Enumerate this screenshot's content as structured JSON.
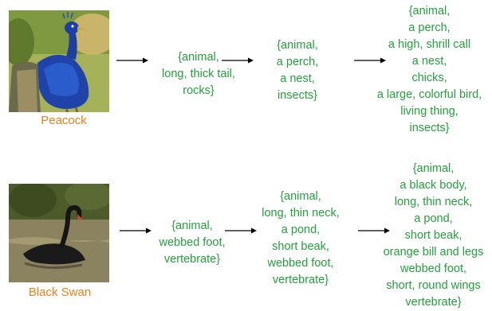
{
  "colors": {
    "attribute_text": "#22a23a",
    "caption_text": "#f07f1a",
    "arrow": "#000000"
  },
  "rows": [
    {
      "id": "peacock",
      "caption": "Peacock",
      "image_icon": "peacock-photo",
      "stages": [
        {
          "lines": [
            "{animal,",
            "long, thick tail,",
            "rocks}"
          ]
        },
        {
          "lines": [
            "{animal,",
            "a perch,",
            "a nest,",
            "insects}"
          ]
        },
        {
          "lines": [
            "{animal,",
            "a perch,",
            "a high, shrill call",
            "a nest,",
            "chicks,",
            "a large, colorful bird,",
            "living thing,",
            "insects}"
          ]
        }
      ]
    },
    {
      "id": "black-swan",
      "caption": "Black Swan",
      "image_icon": "black-swan-photo",
      "stages": [
        {
          "lines": [
            "{animal,",
            "webbed foot,",
            "vertebrate}"
          ]
        },
        {
          "lines": [
            "{animal,",
            "long, thin neck,",
            "a pond,",
            "short beak,",
            "webbed foot,",
            "vertebrate}"
          ]
        },
        {
          "lines": [
            "{animal,",
            "a black body,",
            "long, thin neck,",
            "a pond,",
            "short beak,",
            "orange bill and legs",
            "webbed foot,",
            "short, round wings",
            "vertebrate}"
          ]
        }
      ]
    }
  ]
}
